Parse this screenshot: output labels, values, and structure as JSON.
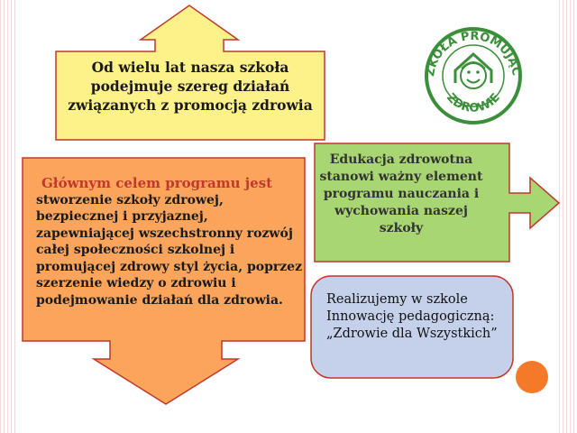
{
  "yellow_box": {
    "text": "Od wielu lat nasza szkoła podejmuje szereg działań związanych z promocją zdrowia"
  },
  "orange_box": {
    "lead": "Głównym celem programu jest",
    "text": "stworzenie szkoły zdrowej, bezpiecznej i przyjaznej, zapewniającej wszechstronny rozwój całej społeczności szkolnej i promującej zdrowy styl życia, poprzez szerzenie wiedzy  o zdrowiu i podejmowanie działań dla zdrowia."
  },
  "green_box": {
    "text": "Edukacja zdrowotna stanowi ważny element programu nauczania i wychowania naszej szkoły"
  },
  "blue_box": {
    "text": "Realizujemy w szkole Innowację pedagogiczną: „Zdrowie dla Wszystkich”"
  },
  "logo": {
    "top_text": "SZKOŁA PROMUJĄCA",
    "bottom_text": "ZDROWIE"
  },
  "colors": {
    "yellow": "#fdf18a",
    "orange": "#fba55c",
    "green": "#a8d672",
    "blue": "#c5d1ea",
    "accent_dot": "#f47a2a",
    "logo_green": "#3a8f3a"
  }
}
